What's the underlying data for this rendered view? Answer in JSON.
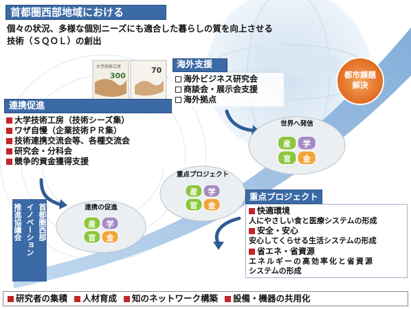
{
  "title": {
    "header": "首都圏西部地域における",
    "line1": "個々の状況、多様な個別ニーズにも適合した暮らしの質を向上させる",
    "line2": "技術（ＳＱＯＬ）の創出"
  },
  "catalogs": {
    "left_text": "大学技術工房",
    "left_number": "300",
    "right_number": "70"
  },
  "overseas": {
    "header": "海外支援",
    "items": [
      "海外ビジネス研究会",
      "商談会・展示会支援",
      "海外拠点"
    ]
  },
  "urban_badge": {
    "line1": "都市課題",
    "line2": "解決"
  },
  "collaboration": {
    "header": "連携促進",
    "items": [
      "大学技術工房（技術シーズ集）",
      "ワザ自慢（企業技術ＰＲ集）",
      "技術連携交流会等、各種交流会",
      "研究会・分科会",
      "競争的資金獲得支援"
    ]
  },
  "org_label": {
    "col1": "首都圏西部",
    "col2": "イノベーション",
    "col3": "推進協議会"
  },
  "ellipses": {
    "e1": {
      "label": "連携の促進",
      "q1": "産",
      "q2": "学",
      "q3": "官",
      "q4": "金"
    },
    "e2": {
      "label": "重点プロジェクト",
      "q1": "産",
      "q2": "学",
      "q3": "官",
      "q4": "金"
    },
    "e3": {
      "label": "世界へ発信",
      "q1": "産",
      "q2": "学",
      "q3": "官",
      "q4": "金"
    }
  },
  "priority": {
    "header": "重点プロジェクト",
    "items": [
      {
        "title": "快適環境",
        "desc": [
          "人にやさしい食と医療システムの形成"
        ]
      },
      {
        "title": "安全・安心",
        "desc": [
          "安心してくらせる生活システムの形成"
        ]
      },
      {
        "title": "省エネ・省資源",
        "desc": [
          "エネルギーの高効率化と省資源",
          "システムの形成"
        ]
      }
    ]
  },
  "bottom": {
    "items": [
      "研究者の集積",
      "人材育成",
      "知のネットワーク構築",
      "設備・機器の共用化"
    ]
  },
  "colors": {
    "header_blue": "#3b6aa6",
    "bullet_red": "#c0262a",
    "sangaku_green": "#8dc63f",
    "sangaku_purple": "#a68bc2",
    "sangaku_orange": "#f2a53a",
    "badge_orange": "#e8772e"
  }
}
